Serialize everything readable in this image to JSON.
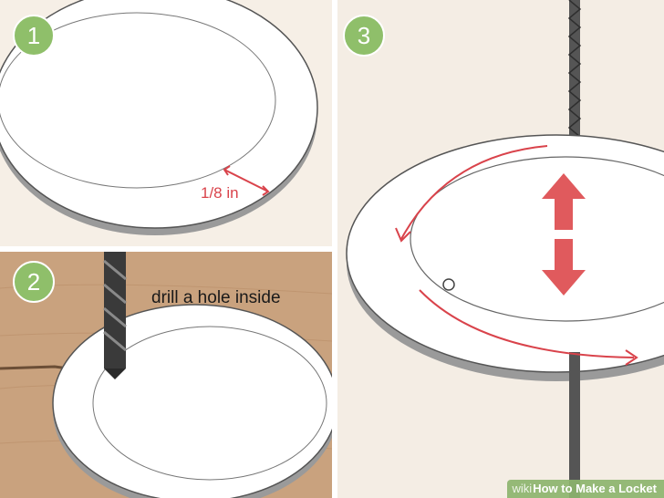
{
  "steps": [
    {
      "number": "1",
      "annotation": "1/8 in"
    },
    {
      "number": "2",
      "caption": "drill a hole inside"
    },
    {
      "number": "3"
    }
  ],
  "watermark": {
    "brand": "wiki",
    "title": "How to Make a Locket"
  },
  "colors": {
    "badge": "#8fbf6a",
    "accent_red": "#d9434b",
    "disc": "#ffffff",
    "background_panel": "#f6efe6",
    "wood": "#c9a27e"
  }
}
